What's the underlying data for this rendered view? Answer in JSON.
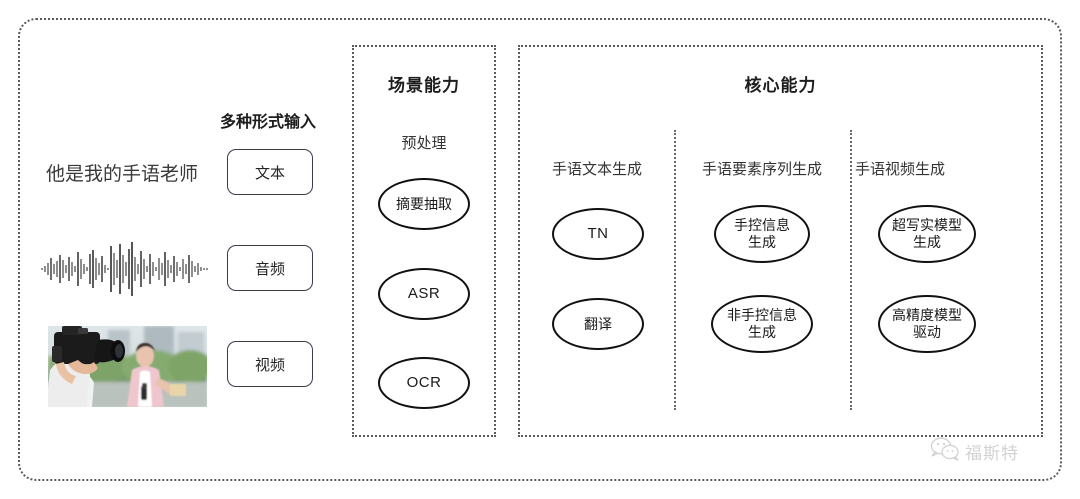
{
  "diagram": {
    "title_hidden": "",
    "input_section": {
      "label": "多种形式输入",
      "sample_text": "他是我的手语老师",
      "modalities": [
        {
          "name": "text",
          "label": "文本"
        },
        {
          "name": "audio",
          "label": "音频"
        },
        {
          "name": "video",
          "label": "视频"
        }
      ],
      "waveform_name": "audio-waveform",
      "thumbnail_name": "video-thumbnail"
    },
    "panels": [
      {
        "id": "scenario",
        "title": "场景能力",
        "columns": [
          {
            "header": "预处理",
            "nodes": [
              {
                "label": "摘要抽取",
                "script": "cjk"
              },
              {
                "label": "ASR",
                "script": "latin"
              },
              {
                "label": "OCR",
                "script": "latin"
              }
            ]
          }
        ]
      },
      {
        "id": "core",
        "title": "核心能力",
        "columns": [
          {
            "header": "手语文本生成",
            "nodes": [
              {
                "label": "TN",
                "script": "latin"
              },
              {
                "label": "翻译",
                "script": "cjk"
              }
            ]
          },
          {
            "header": "手语要素序列生成",
            "nodes": [
              {
                "label": "手控信息\n生成",
                "script": "cjk"
              },
              {
                "label": "非手控信息\n生成",
                "script": "cjk"
              }
            ]
          },
          {
            "header": "手语视频生成",
            "nodes": [
              {
                "label": "超写实模型\n生成",
                "script": "cjk"
              },
              {
                "label": "高精度模型\n驱动",
                "script": "cjk"
              }
            ]
          }
        ]
      }
    ],
    "watermark": {
      "text": "福斯特",
      "icon": "wechat-icon"
    },
    "colors": {
      "border_dotted": "#5a5a5a",
      "node_border": "#111111",
      "text": "#1a1a1a",
      "background": "#ffffff"
    }
  }
}
